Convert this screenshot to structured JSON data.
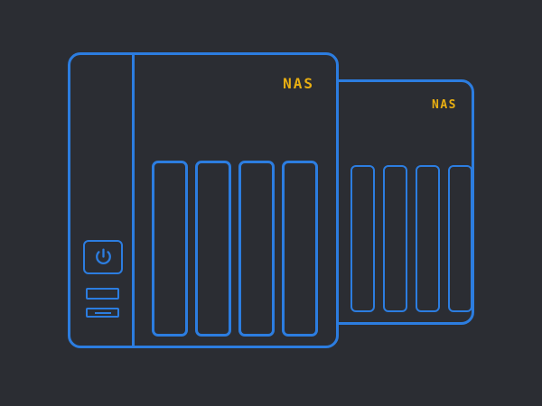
{
  "scene": {
    "background_color": "#2b2d33",
    "outline_color": "#2c7de0",
    "label_color": "#e9af12"
  },
  "front_nas": {
    "label": "NAS",
    "bay_count": 4
  },
  "rear_nas": {
    "label": "NAS",
    "bay_count": 4
  }
}
